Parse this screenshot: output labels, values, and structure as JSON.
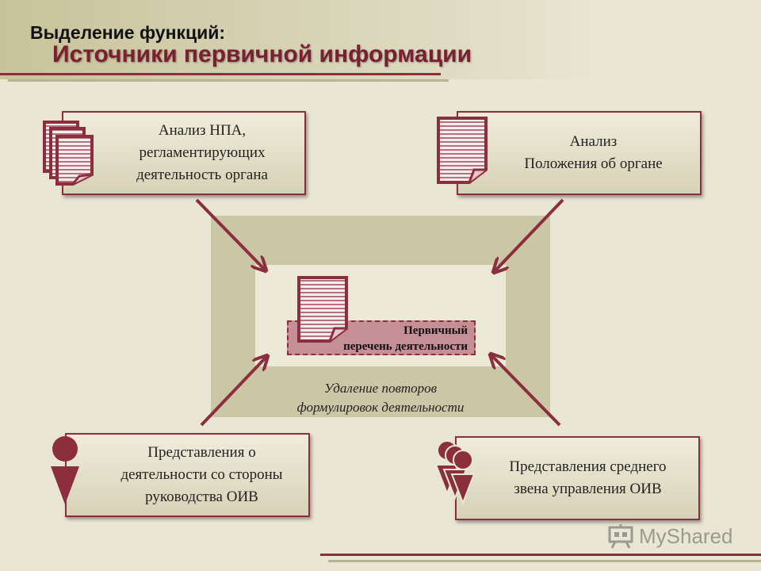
{
  "header": {
    "supertitle": "Выделение функций:",
    "title": "Источники первичной информации"
  },
  "boxes": {
    "top_left": [
      "Анализ НПА,",
      "регламентирующих",
      "деятельность органа"
    ],
    "top_right": [
      "Анализ",
      "Положения об органе"
    ],
    "bottom_left": [
      "Представления о",
      "деятельности со стороны",
      "руководства ОИВ"
    ],
    "bottom_right": [
      "Представления среднего",
      "звена управления ОИВ"
    ]
  },
  "center": {
    "label": [
      "Первичный",
      "перечень деятельности"
    ],
    "caption": [
      "Удаление повторов",
      "формулировок деятельности"
    ]
  },
  "watermark": {
    "text": "MyShared"
  },
  "icons": {
    "document_stack": "document-stack-icon",
    "document": "document-icon",
    "person": "person-icon",
    "person_group": "person-group-icon"
  },
  "colors": {
    "accent": "#8b2f3f",
    "background": "#e9e6d3",
    "frame": "#cbc6a6",
    "highlight": "#c68f95"
  }
}
